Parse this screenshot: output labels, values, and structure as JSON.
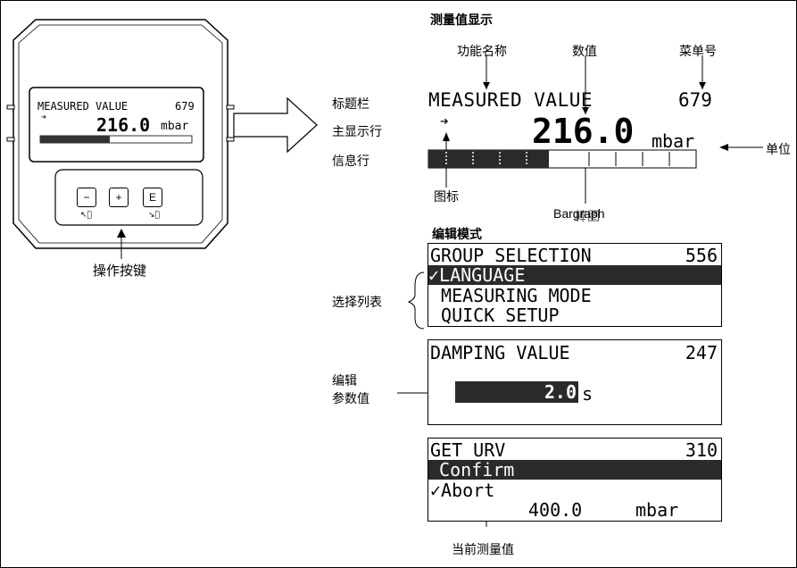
{
  "device": {
    "lcd_title": "MEASURED VALUE",
    "lcd_menu": "679",
    "lcd_icon": "➔",
    "lcd_value": "216.0",
    "lcd_unit": "mbar",
    "keys": [
      {
        "label": "−",
        "sub": "↖⃞"
      },
      {
        "label": "+",
        "sub": ""
      },
      {
        "label": "E",
        "sub": "↘⃞"
      }
    ],
    "keys_caption": "操作按键"
  },
  "main_display": {
    "heading": "测量值显示",
    "label_function_name": "功能名称",
    "label_value": "数值",
    "label_menu_no": "菜单号",
    "row_title_label": "标题栏",
    "row_main_label": "主显示行",
    "row_info_label": "信息行",
    "label_unit": "单位",
    "label_icon": "图标",
    "label_bargraph_cn": "棒图",
    "label_bargraph_en": "Bargraph",
    "title": "MEASURED VALUE",
    "menu": "679",
    "icon": "➔",
    "value": "216.0",
    "unit": "mbar",
    "bar_fill_fraction": 0.45
  },
  "edit_mode": {
    "heading": "编辑模式",
    "select_list_label": "选择列表",
    "group_title": "GROUP SELECTION",
    "group_menu": "556",
    "options": [
      "✓LANGUAGE",
      " MEASURING MODE",
      " QUICK SETUP"
    ],
    "selected_index": 0,
    "damping_title": "DAMPING VALUE",
    "damping_menu": "247",
    "edit_param_label_1": "编辑",
    "edit_param_label_2": "参数值",
    "damping_value": "2.0",
    "damping_unit": "s",
    "urv_title": "GET URV",
    "urv_menu": "310",
    "urv_options": [
      " Confirm",
      "✓Abort"
    ],
    "urv_value": "400.0",
    "urv_unit": "mbar",
    "current_value_label": "当前测量值"
  }
}
